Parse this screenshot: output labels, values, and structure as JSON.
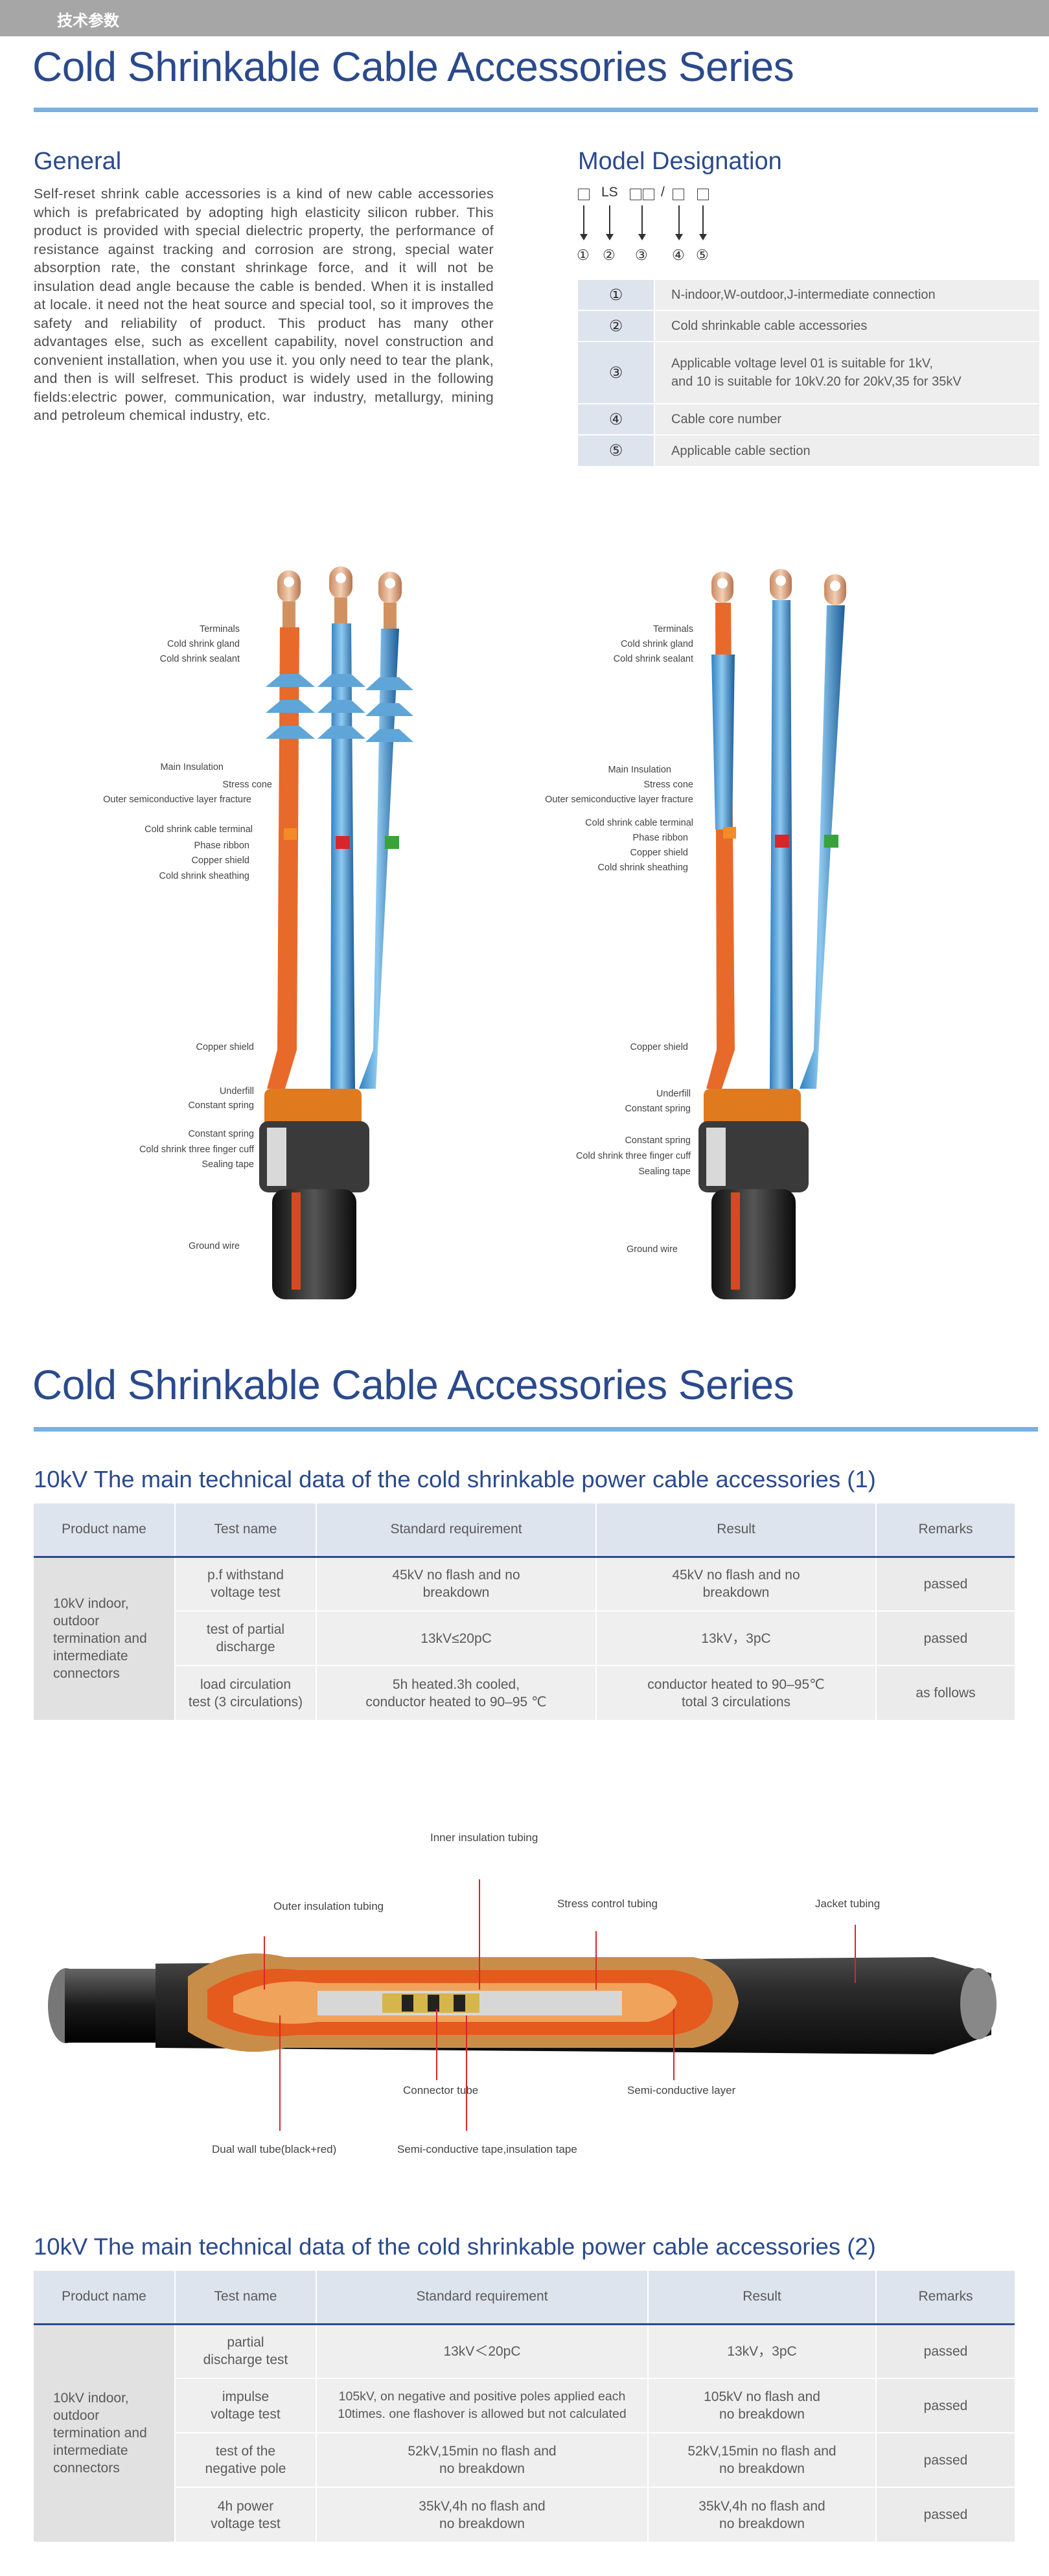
{
  "topbar": {
    "label": "技术参数"
  },
  "series_title_1": "Cold Shrinkable Cable Accessories Series",
  "series_title_2": "Cold Shrinkable Cable Accessories Series",
  "general": {
    "heading": "General",
    "text": "Self-reset shrink cable accessories is a kind of new cable accessories which is prefabricated by adopting high elasticity silicon rubber. This product is provided with special dielectric property, the performance of resistance against tracking and corrosion are strong, special water absorption rate, the constant shrinkage force, and it will not be insulation dead angle because the cable is bended. When it is installed at locale. it need not the heat source and special tool, so it improves the safety and reliability of product. This product has many other advantages else, such as excellent capability, novel construction and convenient installation, when you use it. you only need to tear the plank, and then is will selfreset. This product is widely used in the following fields:electric power, communication, war industry, metallurgy, mining and petroleum chemical industry, etc."
  },
  "model": {
    "heading": "Model Designation",
    "code_ls": "LS",
    "code_slash": "/",
    "numbers": [
      "①",
      "②",
      "③",
      "④",
      "⑤"
    ],
    "rows": [
      {
        "n": "①",
        "d": "N-indoor,W-outdoor,J-intermediate connection"
      },
      {
        "n": "②",
        "d": "Cold shrinkable cable accessories"
      },
      {
        "n": "③",
        "d1": "Applicable voltage level 01 is suitable for 1kV,",
        "d2": "and 10 is suitable for 10kV.20 for 20kV,35 for 35kV"
      },
      {
        "n": "④",
        "d": "Cable core number"
      },
      {
        "n": "⑤",
        "d": "Applicable cable section"
      }
    ]
  },
  "diagram_left": {
    "labels": [
      "Terminals",
      "Cold shrink gland",
      "Cold shrink sealant",
      "Main Insulation",
      "Stress cone",
      "Outer semiconductive layer fracture",
      "Cold shrink cable terminal",
      "Phase ribbon",
      "Copper shield",
      "Cold shrink sheathing",
      "Copper shield",
      "Underfill",
      "Constant spring",
      "Constant spring",
      "Cold shrink three finger cuff",
      "Sealing tape",
      "Ground wire"
    ]
  },
  "diagram_right": {
    "labels": [
      "Terminals",
      "Cold shrink gland",
      "Cold shrink sealant",
      "Main Insulation",
      "Stress cone",
      "Outer semiconductive layer fracture",
      "Cold shrink cable terminal",
      "Phase ribbon",
      "Copper shield",
      "Cold shrink sheathing",
      "Copper shield",
      "Underfill",
      "Constant spring",
      "Constant spring",
      "Cold shrink three finger cuff",
      "Sealing tape",
      "Ground wire"
    ]
  },
  "table1": {
    "title": "10kV The main technical data of the cold shrinkable power cable accessories (1)",
    "headers": [
      "Product name",
      "Test name",
      "Standard requirement",
      "Result",
      "Remarks"
    ],
    "product_lines": [
      "10kV indoor,",
      "outdoor",
      "termination and",
      "intermediate",
      "connectors"
    ],
    "rows": [
      {
        "test": [
          "p.f withstand",
          "voltage test"
        ],
        "std": [
          "45kV no flash and no",
          "breakdown"
        ],
        "res": [
          "45kV no flash and no",
          "breakdown"
        ],
        "rem": "passed"
      },
      {
        "test": [
          "test of partial",
          "discharge"
        ],
        "std": [
          "13kV≤20pC"
        ],
        "res": [
          "13kV，3pC"
        ],
        "rem": "passed"
      },
      {
        "test": [
          "load circulation",
          "test (3 circulations)"
        ],
        "std": [
          "5h heated.3h cooled,",
          "conductor heated to 90–95 ℃"
        ],
        "res": [
          "conductor heated to 90–95℃",
          "total 3 circulations"
        ],
        "rem": "as follows"
      }
    ]
  },
  "joint_diagram": {
    "labels": [
      "Inner insulation tubing",
      "Outer insulation tubing",
      "Stress control tubing",
      "Jacket tubing",
      "Connector tube",
      "Semi-conductive layer",
      "Dual wall tube(black+red)",
      "Semi-conductive tape,insulation tape"
    ]
  },
  "table2": {
    "title": "10kV The main technical data of the cold shrinkable power cable accessories (2)",
    "headers": [
      "Product name",
      "Test name",
      "Standard requirement",
      "Result",
      "Remarks"
    ],
    "product_lines": [
      "10kV indoor,",
      "outdoor",
      "termination and",
      "intermediate",
      "connectors"
    ],
    "rows": [
      {
        "test": [
          "partial",
          "discharge test"
        ],
        "std": [
          "13kV＜20pC"
        ],
        "res": [
          "13kV，3pC"
        ],
        "rem": "passed"
      },
      {
        "test": [
          "impulse",
          "voltage test"
        ],
        "std": [
          "105kV, on negative and positive poles applied each",
          "10times. one flashover is allowed but not calculated"
        ],
        "res": [
          "105kV no flash and",
          "no breakdown"
        ],
        "rem": "passed"
      },
      {
        "test": [
          "test of the",
          "negative pole"
        ],
        "std": [
          "52kV,15min no flash and",
          "no breakdown"
        ],
        "res": [
          "52kV,15min no flash and",
          "no breakdown"
        ],
        "rem": "passed"
      },
      {
        "test": [
          "4h power",
          "voltage test"
        ],
        "std": [
          "35kV,4h no flash and",
          "no breakdown"
        ],
        "res": [
          "35kV,4h no flash and",
          "no breakdown"
        ],
        "rem": "passed"
      }
    ]
  }
}
